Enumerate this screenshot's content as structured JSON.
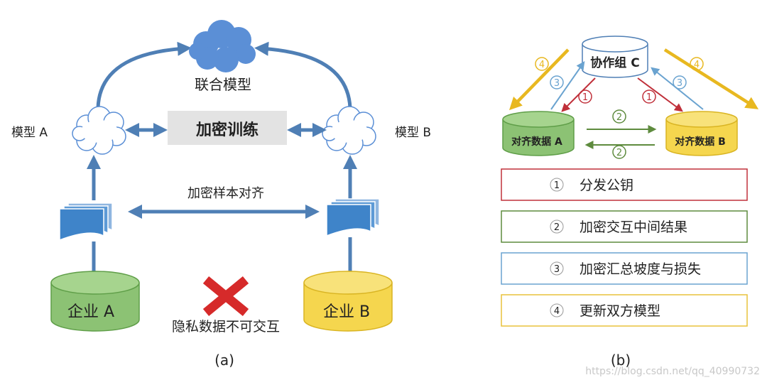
{
  "panel_a": {
    "cloud_label": "联合模型",
    "model_a": "模型 A",
    "model_b": "模型 B",
    "training": "加密训练",
    "alignment": "加密样本对齐",
    "company_a": "企业 A",
    "company_b": "企业 B",
    "privacy": "隐私数据不可交互",
    "caption": "(a)"
  },
  "panel_b": {
    "coordinator": "协作组 C",
    "data_a": "对齐数据 A",
    "data_b": "对齐数据 B",
    "arrow_nums": {
      "n1": "1",
      "n2": "2",
      "n3": "3",
      "n4": "4"
    },
    "legend": [
      {
        "num": "1",
        "text": "分发公钥",
        "color": "#c0303a"
      },
      {
        "num": "2",
        "text": "加密交互中间结果",
        "color": "#5e8b3e"
      },
      {
        "num": "3",
        "text": "加密汇总坡度与损失",
        "color": "#6aa3d0"
      },
      {
        "num": "4",
        "text": "更新双方模型",
        "color": "#e8c23c"
      }
    ],
    "caption": "(b)"
  },
  "watermark": "https://blog.csdn.net/qq_40990732",
  "colors": {
    "blue_arrow": "#4f7fb5",
    "cloud_blue": "#5b8fd6",
    "green_db": "#8cc274",
    "yellow_db": "#f5d64e",
    "doc_blue": "#3f84c9",
    "red_x": "#d62a2a",
    "gray_box": "#e3e3e3"
  }
}
